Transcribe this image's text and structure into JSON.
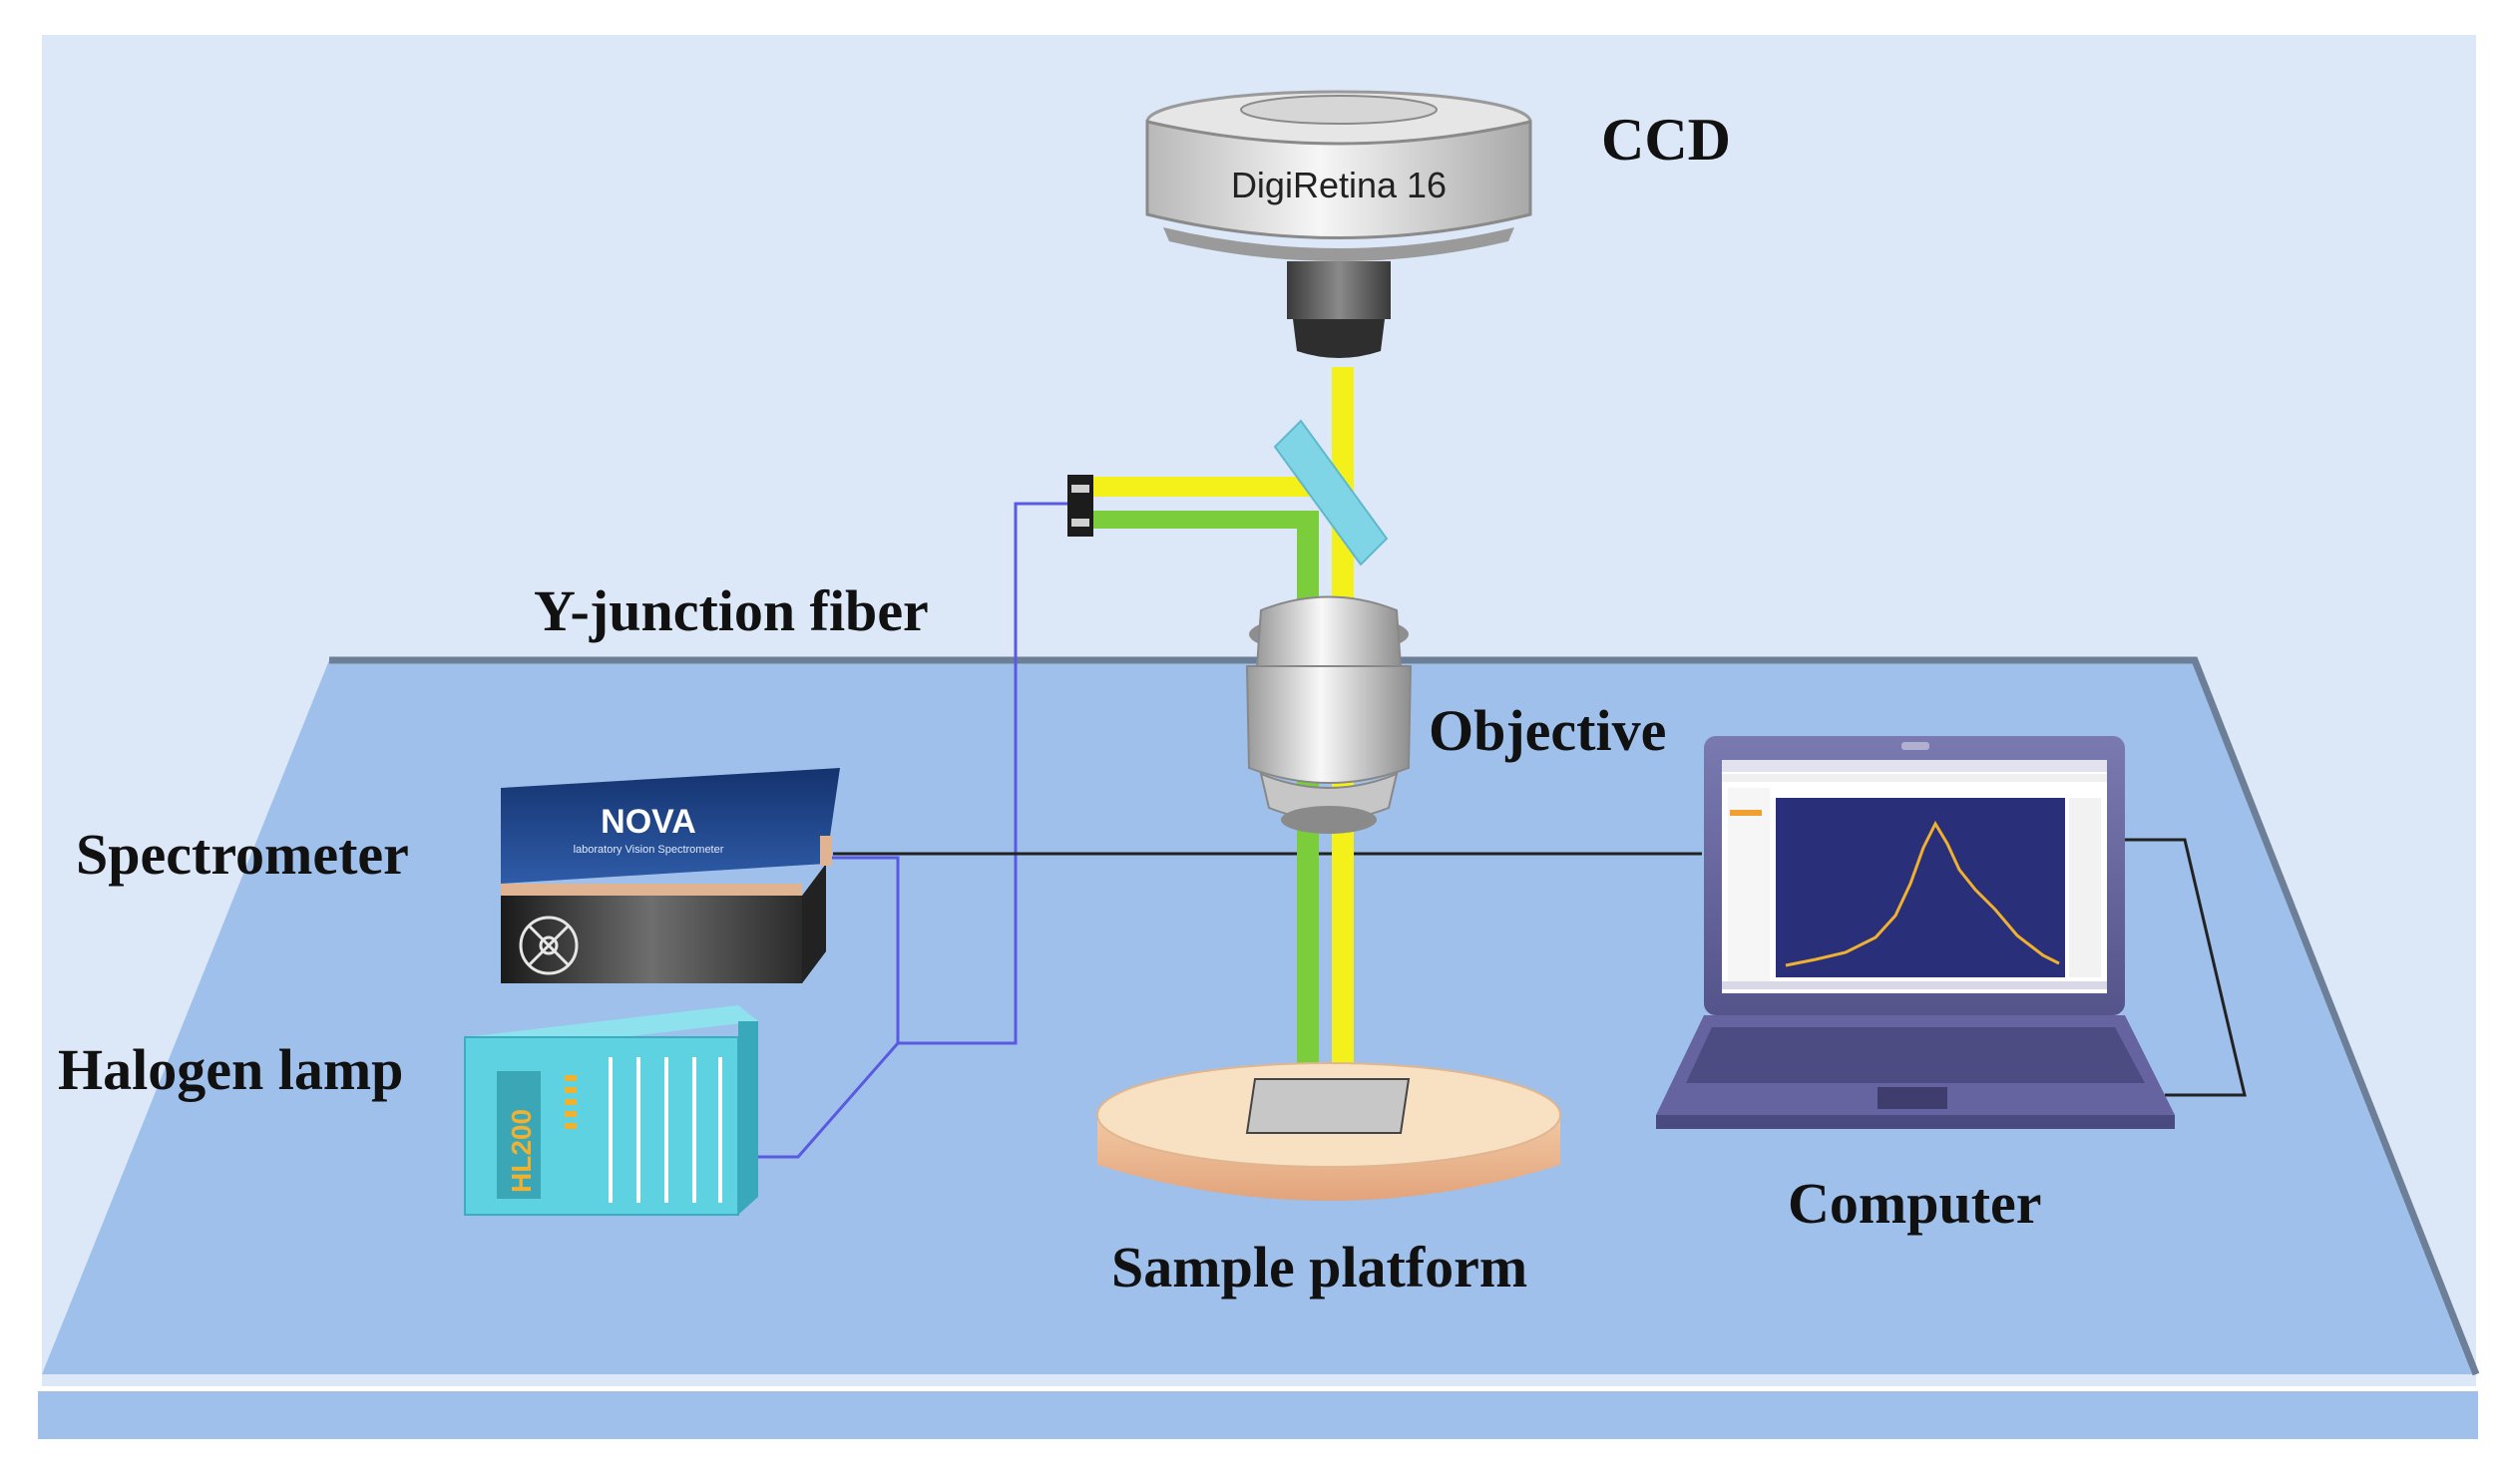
{
  "labels": {
    "ccd": "CCD",
    "y_junction_fiber": "Y-junction fiber",
    "objective": "Objective",
    "spectrometer": "Spectrometer",
    "halogen_lamp": "Halogen lamp",
    "computer": "Computer",
    "sample_platform": "Sample platform"
  },
  "devices": {
    "camera_model": "DigiRetina 16",
    "spectrometer_brand": "NOVA",
    "spectrometer_subtitle": "laboratory Vision Spectrometer",
    "lamp_model": "HL200"
  },
  "colors": {
    "background_top": "#dce8f8",
    "table_surface": "#9fc0ea",
    "table_edge": "#6d7f96",
    "beam_yellow": "#f4f01a",
    "beam_green": "#7ccd3c",
    "fiber_line": "#5a5ae0",
    "cable_line": "#222222",
    "beamsplitter": "#7fd4e6",
    "lamp_body": "#5fd2e2",
    "laptop_body": "#6b6aa0",
    "platform_top": "#f8e0c2"
  },
  "icons": {
    "spectrometer_fan": "fan-grille-icon",
    "laptop_screen_plot": "spectrum-plot-icon"
  }
}
